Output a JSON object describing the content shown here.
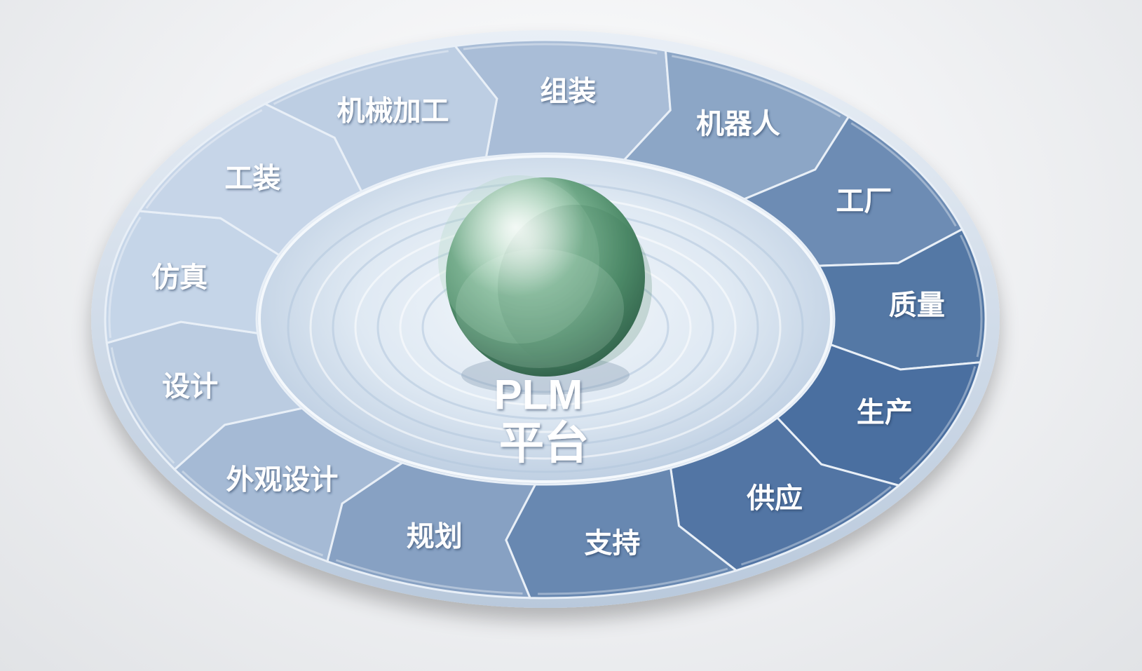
{
  "diagram": {
    "hub": {
      "line1": "PLM",
      "line2": "平台"
    },
    "segments": [
      {
        "label": "组装"
      },
      {
        "label": "机器人"
      },
      {
        "label": "工厂"
      },
      {
        "label": "质量"
      },
      {
        "label": "生产"
      },
      {
        "label": "供应"
      },
      {
        "label": "支持"
      },
      {
        "label": "规划"
      },
      {
        "label": "外观设计"
      },
      {
        "label": "设计"
      },
      {
        "label": "仿真"
      },
      {
        "label": "工装"
      },
      {
        "label": "机械加工"
      }
    ]
  },
  "colors": {
    "ring_light": "#c9d7e8",
    "ring_mid": "#8eaacb",
    "ring_dark": "#3f6799",
    "sphere": "#6aa586",
    "label": "#ffffff"
  }
}
